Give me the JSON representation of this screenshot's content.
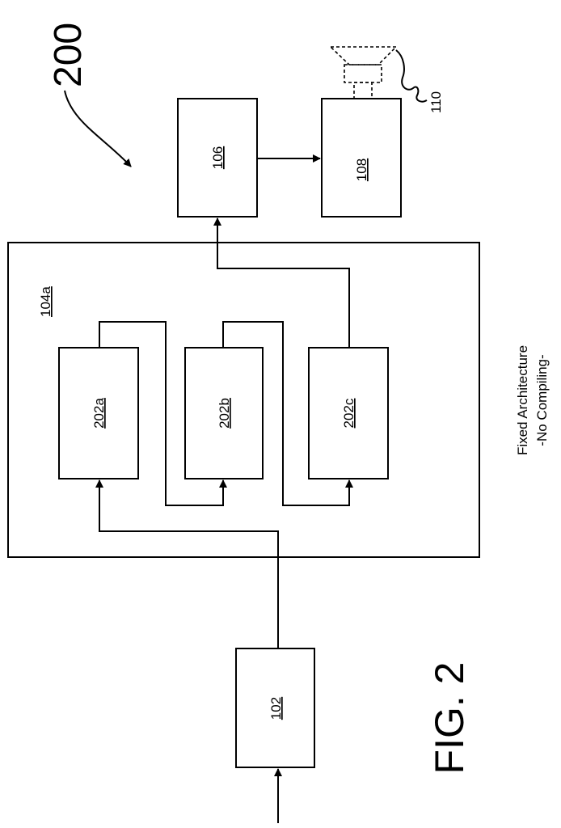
{
  "figure_number": "200",
  "fig_caption": "FIG. 2",
  "note": {
    "line1": "Fixed Architecture",
    "line2": "-No Compiling-"
  },
  "blocks": {
    "b102": "102",
    "b104a": "104a",
    "b202a": "202a",
    "b202b": "202b",
    "b202c": "202c",
    "b106": "106",
    "b108": "108",
    "b110": "110"
  }
}
